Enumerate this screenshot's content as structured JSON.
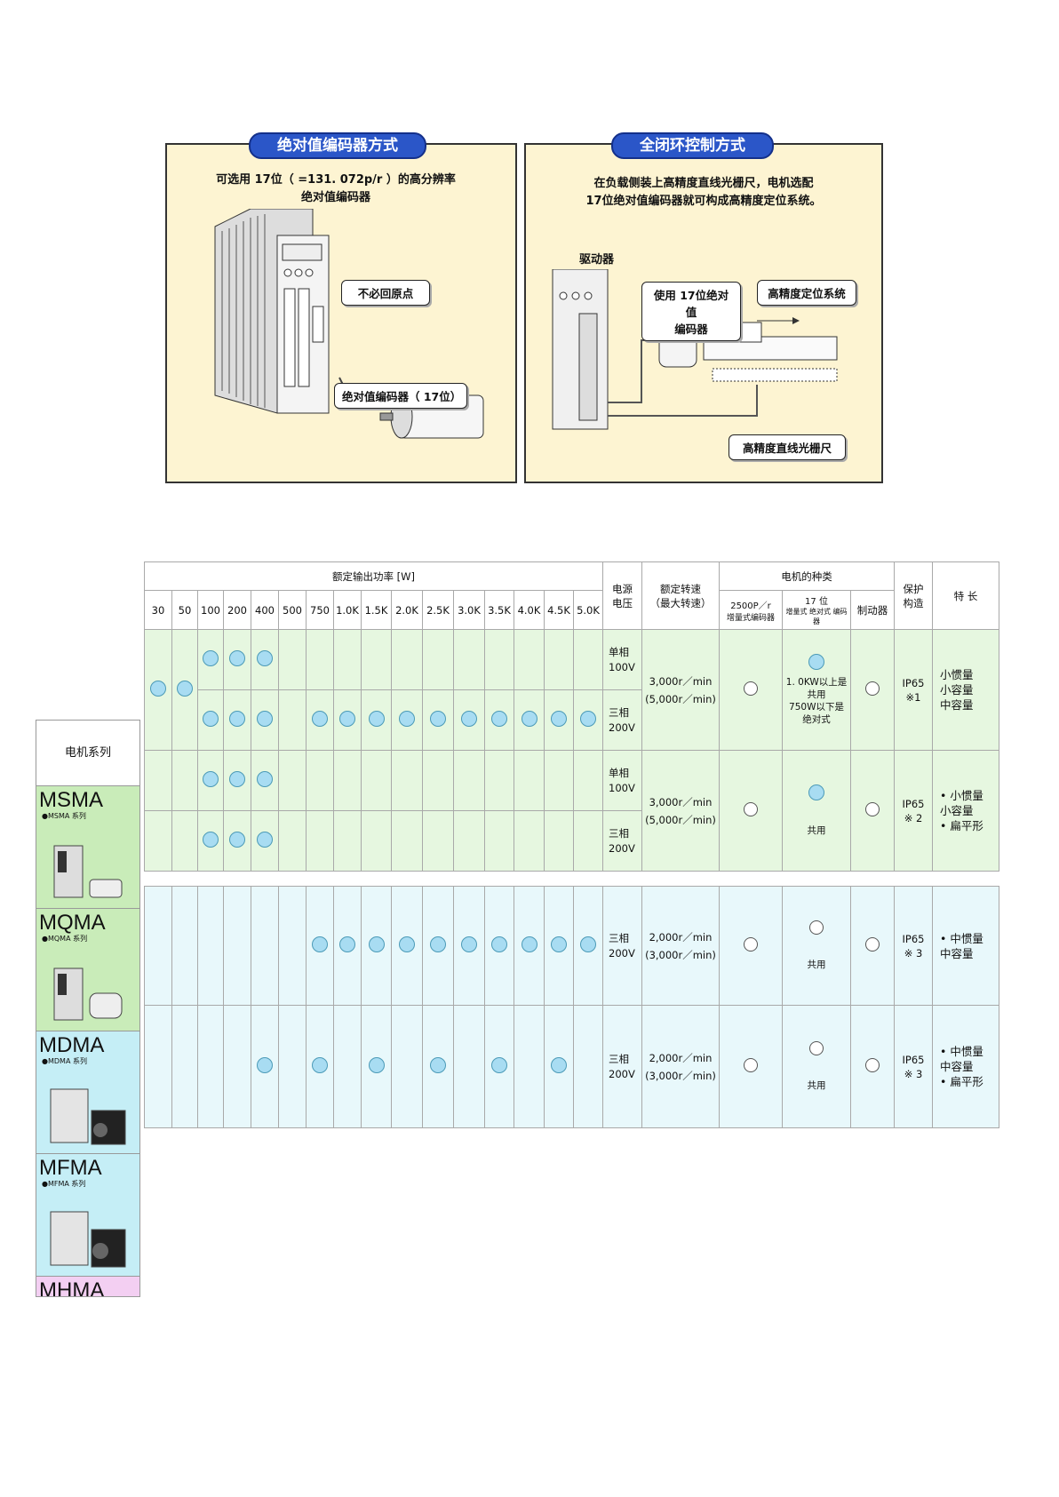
{
  "panels": {
    "left": {
      "title": "绝对值编码器方式",
      "desc_lines": [
        "可选用 17位（ =131. 072p/r ）的高分辨率",
        "绝对值编码器"
      ],
      "callout_origin": "不必回原点",
      "callout_encoder": "绝对值编码器（ 17位）"
    },
    "right": {
      "title": "全闭环控制方式",
      "desc_lines": [
        "在负载侧装上高精度直线光栅尺，电机选配",
        "17位绝对值编码器就可构成高精度定位系统。"
      ],
      "label_driver": "驱动器",
      "callout_encoder_lines": [
        "使用 17位绝对值",
        "编码器"
      ],
      "callout_system": "高精度定位系统",
      "callout_scale": "高精度直线光栅尺"
    }
  },
  "table": {
    "header": {
      "power": "额定输出功率 [W]",
      "voltage_lines": [
        "电源",
        "电压"
      ],
      "speed_lines": [
        "额定转速",
        "（最大转速）"
      ],
      "motor_type": "电机的种类",
      "enc2500_lines": [
        "2500P／r",
        "增量式编码器"
      ],
      "enc17_lines": [
        "17 位",
        "增量式 绝对式 编码器"
      ],
      "brake": "制动器",
      "protect_lines": [
        "保护",
        "构造"
      ],
      "feature": "特 长"
    },
    "powers": [
      "30",
      "50",
      "100",
      "200",
      "400",
      "500",
      "750",
      "1.0K",
      "1.5K",
      "2.0K",
      "2.5K",
      "3.0K",
      "3.5K",
      "4.0K",
      "4.5K",
      "5.0K"
    ],
    "series_header": "电机系列",
    "series": [
      {
        "name": "MSMA",
        "sub": "●MSMA 系列"
      },
      {
        "name": "MQMA",
        "sub": "●MQMA 系列"
      },
      {
        "name": "MDMA",
        "sub": "●MDMA 系列"
      },
      {
        "name": "MFMA",
        "sub": "●MFMA 系列"
      },
      {
        "name": "MHMA",
        "sub": ""
      }
    ],
    "groups": [
      {
        "rows": [
          {
            "voltage_lines": [
              "单相",
              "100V"
            ]
          },
          {
            "voltage_lines": [
              "三相",
              "200V"
            ]
          }
        ],
        "speed_lines": [
          "3,000r／min",
          "(5,000r／min)"
        ],
        "enc17_note_lines": [
          "1. 0KW以上是",
          "共用",
          "750W以下是",
          "绝对式"
        ],
        "protect_lines": [
          "IP65",
          "※1"
        ],
        "feature_lines": [
          "小惯量",
          "小容量",
          "中容量"
        ]
      },
      {
        "rows": [
          {
            "voltage_lines": [
              "单相",
              "100V"
            ]
          },
          {
            "voltage_lines": [
              "三相",
              "200V"
            ]
          }
        ],
        "speed_lines": [
          "3,000r／min",
          "(5,000r／min)"
        ],
        "enc17_note_lines": [
          "共用"
        ],
        "protect_lines": [
          "IP65",
          "※ 2"
        ],
        "feature_lines": [
          "• 小惯量",
          "小容量",
          "• 扁平形"
        ]
      },
      {
        "rows": [
          {
            "voltage_lines": [
              "三相",
              "200V"
            ]
          }
        ],
        "speed_lines": [
          "2,000r／min",
          "(3,000r／min)"
        ],
        "enc17_note_lines": [
          "共用"
        ],
        "protect_lines": [
          "IP65",
          "※ 3"
        ],
        "feature_lines": [
          "• 中惯量",
          "中容量"
        ]
      },
      {
        "rows": [
          {
            "voltage_lines": [
              "三相",
              "200V"
            ]
          }
        ],
        "speed_lines": [
          "2,000r／min",
          "(3,000r／min)"
        ],
        "enc17_note_lines": [
          "共用"
        ],
        "protect_lines": [
          "IP65",
          "※ 3"
        ],
        "feature_lines": [
          "• 中惯量",
          "中容量",
          "• 扁平形"
        ]
      }
    ],
    "colors": {
      "green": "#e6f7e0",
      "blue": "#e8f8fb",
      "dot": "#a8dcf2"
    }
  }
}
